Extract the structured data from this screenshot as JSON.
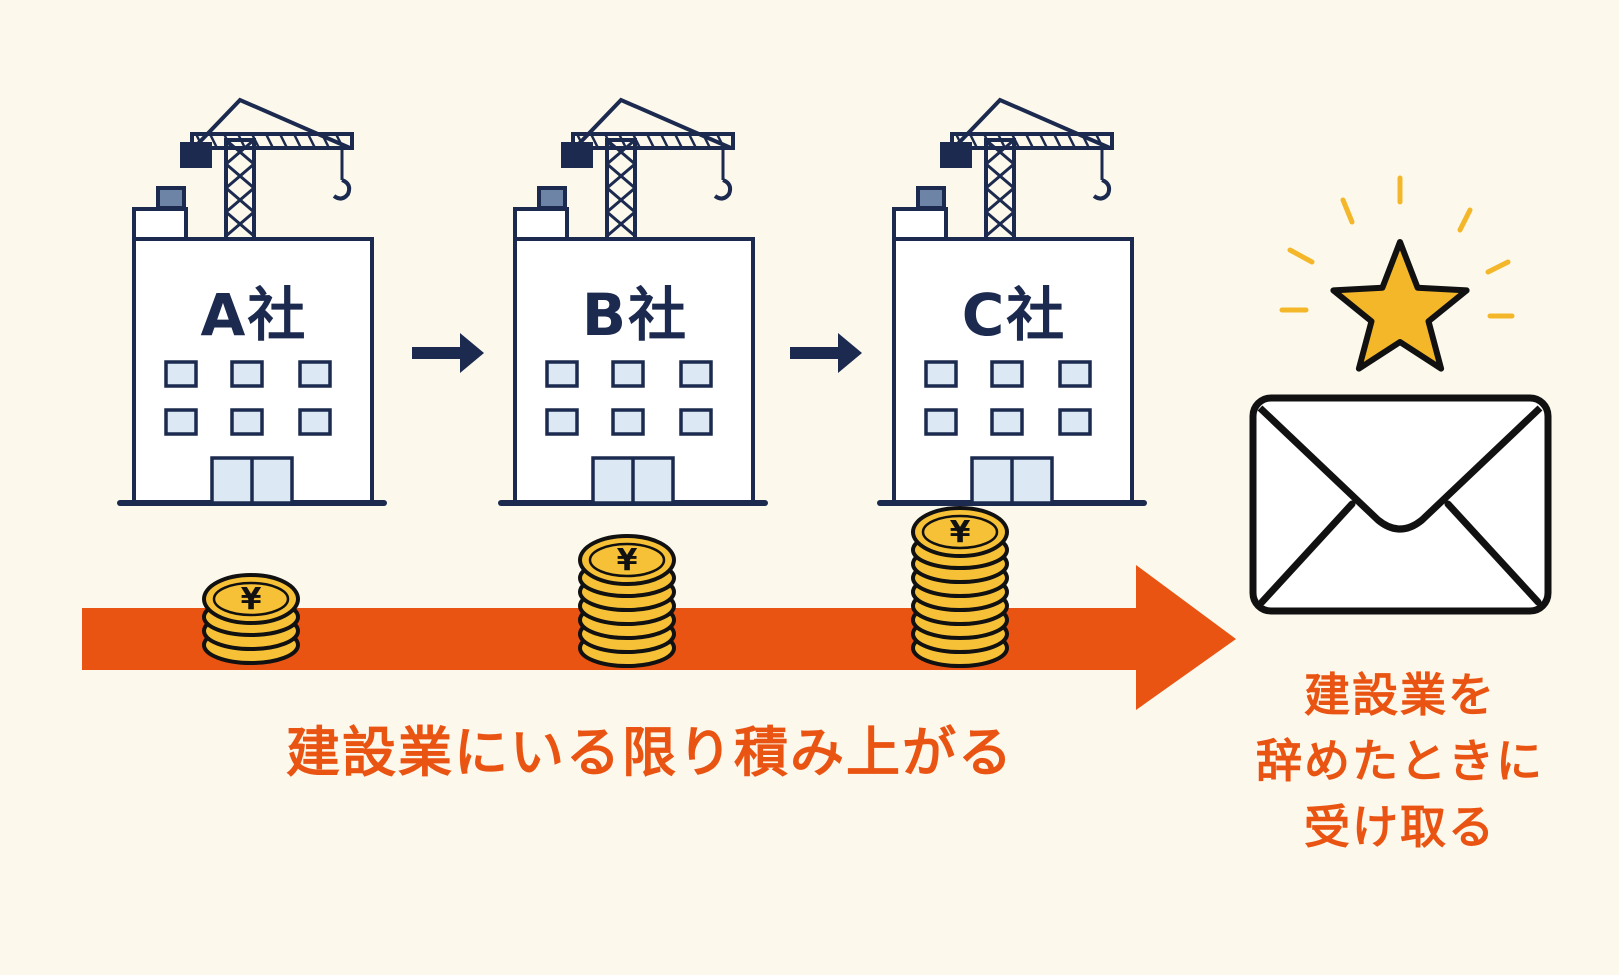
{
  "companies": [
    {
      "label": "A社",
      "coin_count": 3
    },
    {
      "label": "B社",
      "coin_count": 6
    },
    {
      "label": "C社",
      "coin_count": 8
    }
  ],
  "coin_symbol": "¥",
  "caption_bottom": "建設業にいる限り積み上がる",
  "caption_side": [
    "建設業を",
    "辞めたときに",
    "受け取る"
  ],
  "colors": {
    "background": "#fcf8ec",
    "navy": "#1b2a4e",
    "orange": "#ea5413",
    "coin": "#f6c137",
    "star": "#f4b729",
    "window": "#dce8f4"
  },
  "icons": [
    "building-icon",
    "crane-icon",
    "arrow-right-icon",
    "coin-stack-icon",
    "envelope-icon",
    "star-icon"
  ]
}
